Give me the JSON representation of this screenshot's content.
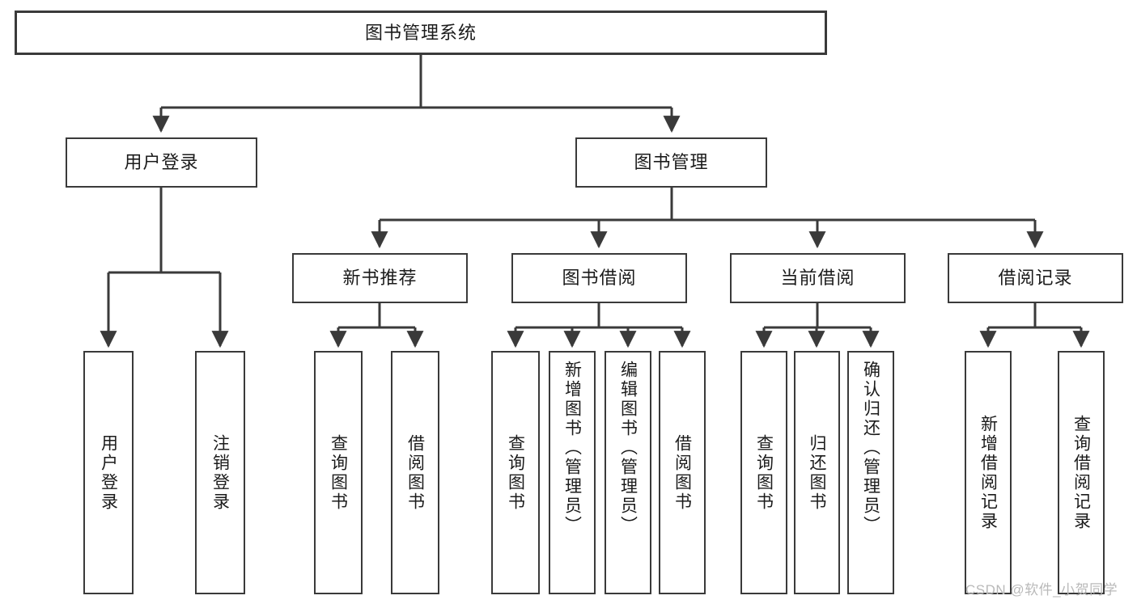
{
  "diagram": {
    "type": "tree-hierarchy-chart",
    "title": "图书管理系统",
    "colors": {
      "box_border": "#3a3a3a",
      "box_fill": "#ffffff",
      "connector": "#3a3a3a",
      "text": "#1b1b1b",
      "watermark": "#b9b9b9"
    },
    "levels": {
      "level1": [
        {
          "id": "root",
          "label": "图书管理系统"
        }
      ],
      "level2": [
        {
          "id": "user-login",
          "label": "用户登录"
        },
        {
          "id": "book-management",
          "label": "图书管理"
        }
      ],
      "level3": [
        {
          "id": "new-book-recommend",
          "label": "新书推荐"
        },
        {
          "id": "book-borrow",
          "label": "图书借阅"
        },
        {
          "id": "current-borrow",
          "label": "当前借阅"
        },
        {
          "id": "borrow-record",
          "label": "借阅记录"
        }
      ],
      "level4": [
        {
          "id": "leaf-user-login",
          "label": "用户登录",
          "parent": "user-login"
        },
        {
          "id": "leaf-logout-login",
          "label": "注销登录",
          "parent": "user-login"
        },
        {
          "id": "leaf-query-book-1",
          "label": "查询图书",
          "parent": "new-book-recommend"
        },
        {
          "id": "leaf-borrow-book-1",
          "label": "借阅图书",
          "parent": "new-book-recommend"
        },
        {
          "id": "leaf-query-book-2",
          "label": "查询图书",
          "parent": "book-borrow"
        },
        {
          "id": "leaf-add-book",
          "label": "新增图书（管理员）",
          "parent": "book-borrow"
        },
        {
          "id": "leaf-edit-book",
          "label": "编辑图书（管理员）",
          "parent": "book-borrow"
        },
        {
          "id": "leaf-borrow-book-2",
          "label": "借阅图书",
          "parent": "book-borrow"
        },
        {
          "id": "leaf-query-book-3",
          "label": "查询图书",
          "parent": "current-borrow"
        },
        {
          "id": "leaf-return-book",
          "label": "归还图书",
          "parent": "current-borrow"
        },
        {
          "id": "leaf-confirm-return",
          "label": "确认归还（管理员）",
          "parent": "current-borrow"
        },
        {
          "id": "leaf-add-record",
          "label": "新增借阅记录",
          "parent": "borrow-record"
        },
        {
          "id": "leaf-query-record",
          "label": "查询借阅记录",
          "parent": "borrow-record"
        }
      ]
    }
  },
  "watermark": {
    "text": "CSDN @软件_小贺同学"
  }
}
